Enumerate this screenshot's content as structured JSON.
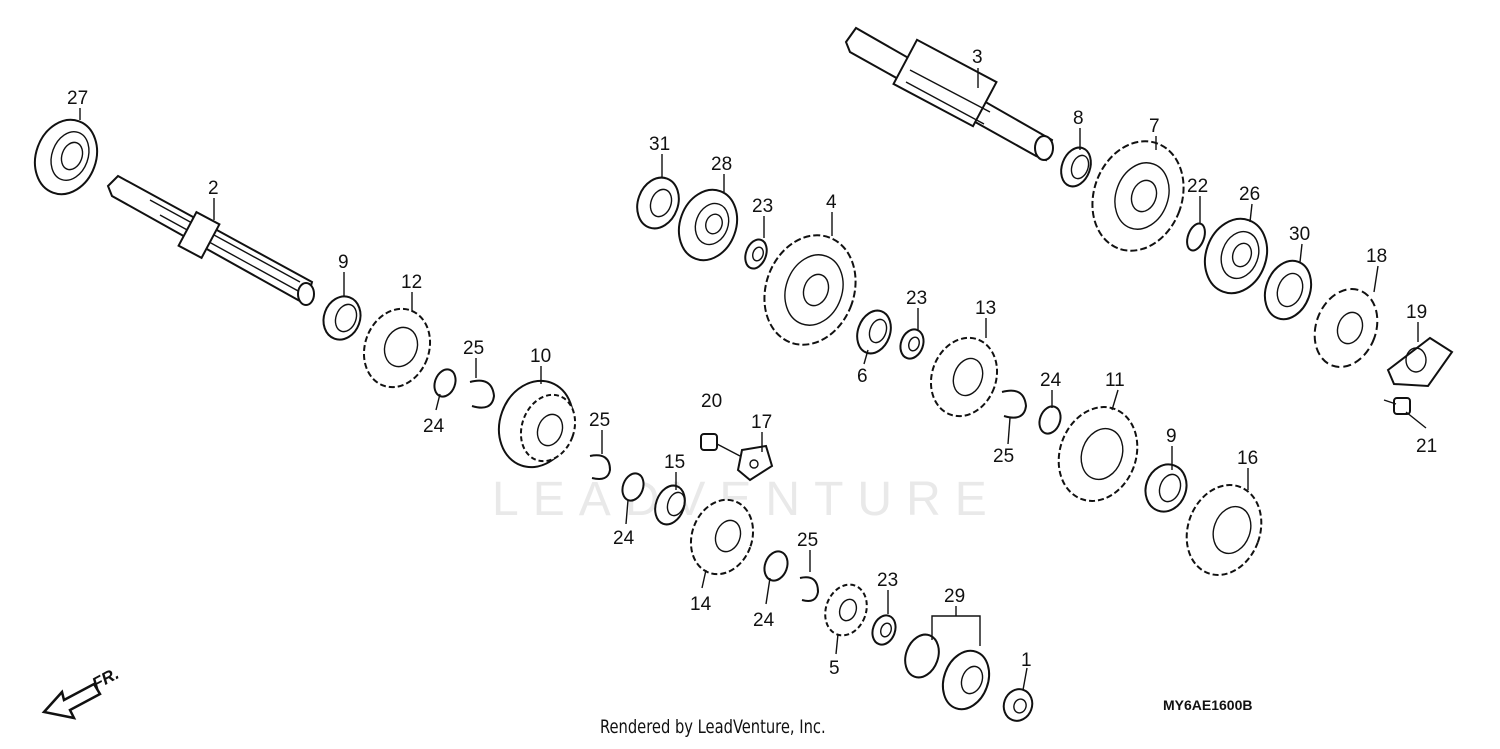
{
  "diagram": {
    "callouts": [
      {
        "id": "c27",
        "label": "27"
      },
      {
        "id": "c2",
        "label": "2"
      },
      {
        "id": "c9a",
        "label": "9"
      },
      {
        "id": "c12",
        "label": "12"
      },
      {
        "id": "c25a",
        "label": "25"
      },
      {
        "id": "c24a",
        "label": "24"
      },
      {
        "id": "c10",
        "label": "10"
      },
      {
        "id": "c25b",
        "label": "25"
      },
      {
        "id": "c24b",
        "label": "24"
      },
      {
        "id": "c20",
        "label": "20"
      },
      {
        "id": "c17",
        "label": "17"
      },
      {
        "id": "c15",
        "label": "15"
      },
      {
        "id": "c14",
        "label": "14"
      },
      {
        "id": "c24c",
        "label": "24"
      },
      {
        "id": "c25c",
        "label": "25"
      },
      {
        "id": "c5",
        "label": "5"
      },
      {
        "id": "c23a",
        "label": "23"
      },
      {
        "id": "c29",
        "label": "29"
      },
      {
        "id": "c1",
        "label": "1"
      },
      {
        "id": "c31",
        "label": "31"
      },
      {
        "id": "c28",
        "label": "28"
      },
      {
        "id": "c23b",
        "label": "23"
      },
      {
        "id": "c4",
        "label": "4"
      },
      {
        "id": "c6",
        "label": "6"
      },
      {
        "id": "c23c",
        "label": "23"
      },
      {
        "id": "c13",
        "label": "13"
      },
      {
        "id": "c3",
        "label": "3"
      },
      {
        "id": "c8",
        "label": "8"
      },
      {
        "id": "c7",
        "label": "7"
      },
      {
        "id": "c22",
        "label": "22"
      },
      {
        "id": "c26",
        "label": "26"
      },
      {
        "id": "c30",
        "label": "30"
      },
      {
        "id": "c18",
        "label": "18"
      },
      {
        "id": "c19",
        "label": "19"
      },
      {
        "id": "c21",
        "label": "21"
      },
      {
        "id": "c25d",
        "label": "25"
      },
      {
        "id": "c24d",
        "label": "24"
      },
      {
        "id": "c11",
        "label": "11"
      },
      {
        "id": "c9b",
        "label": "9"
      },
      {
        "id": "c16",
        "label": "16"
      }
    ],
    "direction_label": "FR.",
    "watermark": "LEADVENTURE",
    "diagram_code": "MY6AE1600B",
    "footer_credit": "Rendered by LeadVenture, Inc."
  }
}
